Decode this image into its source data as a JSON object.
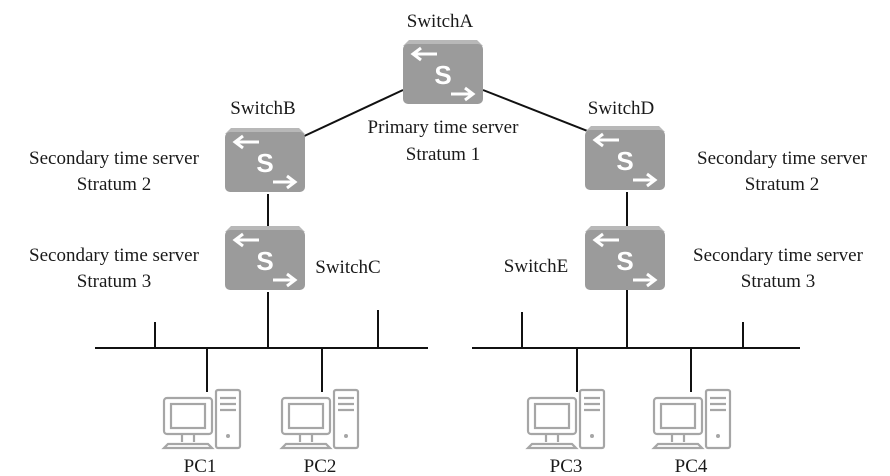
{
  "switches": {
    "a": {
      "name": "SwitchA",
      "role": "Primary time server",
      "stratum": "Stratum 1"
    },
    "b": {
      "name": "SwitchB",
      "role": "Secondary time server",
      "stratum": "Stratum 2"
    },
    "c": {
      "name": "SwitchC",
      "role": "Secondary time server",
      "stratum": "Stratum 3"
    },
    "d": {
      "name": "SwitchD",
      "role": "Secondary time server",
      "stratum": "Stratum 2"
    },
    "e": {
      "name": "SwitchE",
      "role": "Secondary time server",
      "stratum": "Stratum 3"
    }
  },
  "switch_letter": "S",
  "pcs": [
    "PC1",
    "PC2",
    "PC3",
    "PC4"
  ],
  "colors": {
    "switch": "#9b9b9b",
    "pc": "#a6a6a6",
    "line": "#111111"
  }
}
